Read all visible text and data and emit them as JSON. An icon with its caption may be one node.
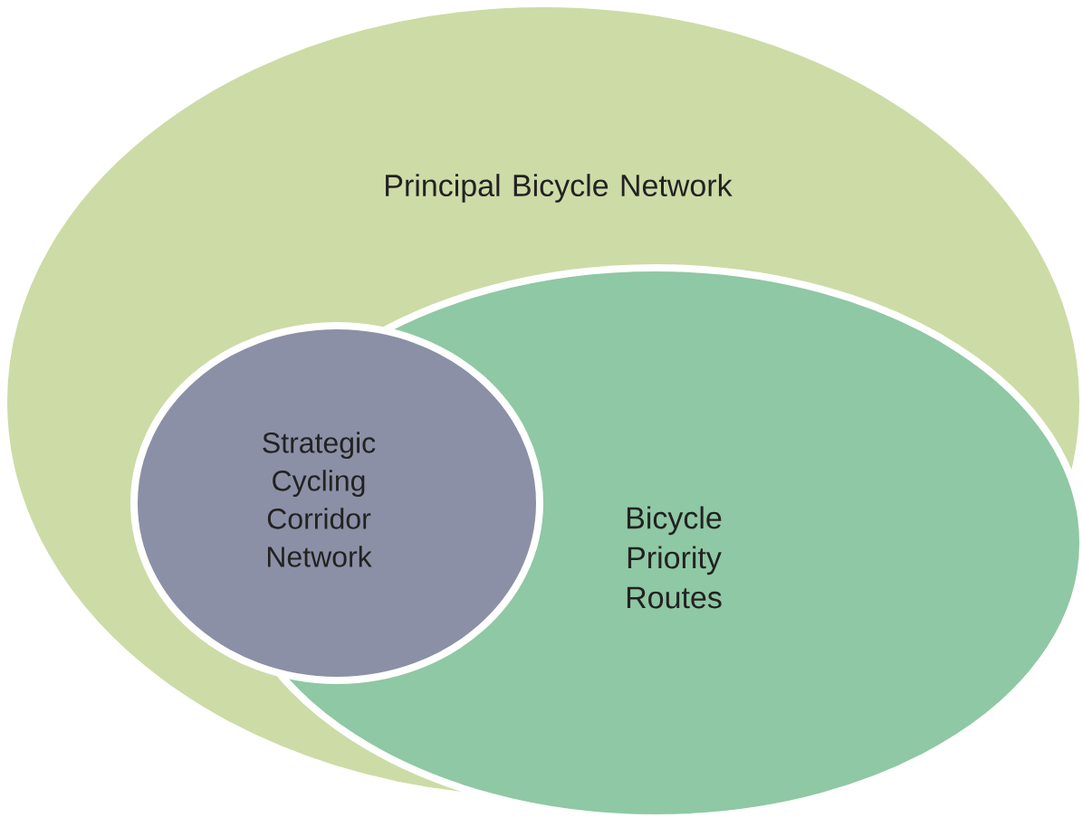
{
  "diagram": {
    "nodes": [
      {
        "text": [
          "Principal Bicycle Network"
        ]
      },
      {
        "text": [
          "Bicycle Priority Routes"
        ],
        "in": 0
      },
      {
        "text": [
          "Strategic Cycling Corridor Network"
        ],
        "in": 0
      }
    ]
  }
}
